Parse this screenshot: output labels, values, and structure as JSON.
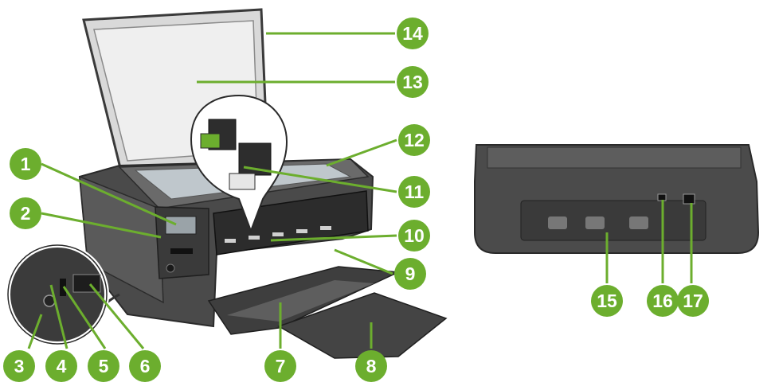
{
  "accent_color": "#6cae2e",
  "callouts": [
    {
      "label": "1"
    },
    {
      "label": "2"
    },
    {
      "label": "3"
    },
    {
      "label": "4"
    },
    {
      "label": "5"
    },
    {
      "label": "6"
    },
    {
      "label": "7"
    },
    {
      "label": "8"
    },
    {
      "label": "9"
    },
    {
      "label": "10"
    },
    {
      "label": "11"
    },
    {
      "label": "12"
    },
    {
      "label": "13"
    },
    {
      "label": "14"
    },
    {
      "label": "15"
    },
    {
      "label": "16"
    },
    {
      "label": "17"
    }
  ]
}
